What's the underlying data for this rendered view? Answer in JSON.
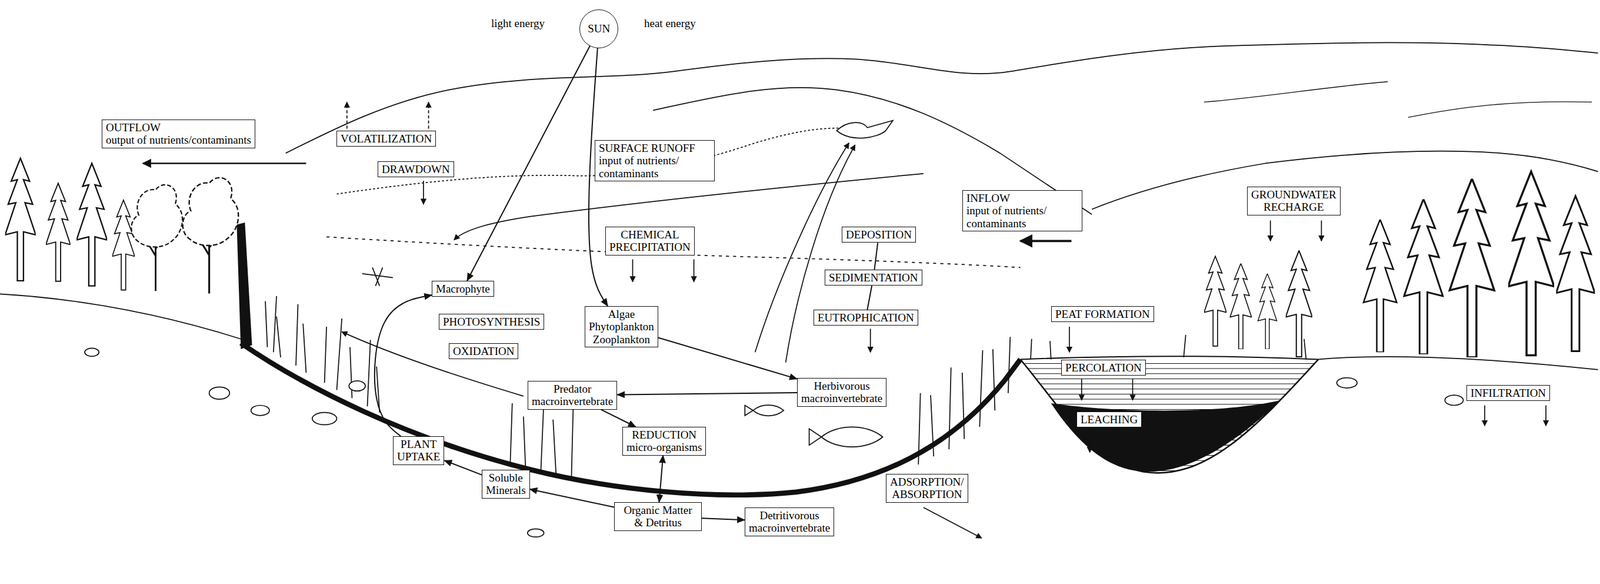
{
  "diagram": {
    "nodes": [
      {
        "text": [
          "SUN"
        ]
      },
      {
        "text": [
          "OUTFLOW",
          "output of nutrients/contaminants"
        ]
      },
      {
        "text": [
          "VOLATILIZATION"
        ]
      },
      {
        "text": [
          "DRAWDOWN"
        ]
      },
      {
        "text": [
          "SURFACE RUNOFF",
          "input of nutrients/ contaminants"
        ]
      },
      {
        "text": [
          "CHEMICAL PRECIPITATION"
        ]
      },
      {
        "text": [
          "DEPOSITION"
        ]
      },
      {
        "text": [
          "INFLOW",
          "input of nutrients/ contaminants"
        ]
      },
      {
        "text": [
          "GROUNDWATER RECHARGE"
        ]
      },
      {
        "text": [
          "SEDIMENTATION"
        ]
      },
      {
        "text": [
          "EUTROPHICATION"
        ]
      },
      {
        "text": [
          "Macrophyte"
        ]
      },
      {
        "text": [
          "PHOTOSYNTHESIS"
        ]
      },
      {
        "text": [
          "Algae Phytoplankton Zooplankton"
        ]
      },
      {
        "text": [
          "OXIDATION"
        ]
      },
      {
        "text": [
          "PEAT FORMATION"
        ]
      },
      {
        "text": [
          "PERCOLATION"
        ]
      },
      {
        "text": [
          "Predator macroinvertebrate"
        ]
      },
      {
        "text": [
          "Herbivorous macroinvertebrate"
        ]
      },
      {
        "text": [
          "INFILTRATION"
        ]
      },
      {
        "text": [
          "LEACHING"
        ]
      },
      {
        "text": [
          "REDUCTION",
          "micro-organisms"
        ]
      },
      {
        "text": [
          "PLANT UPTAKE"
        ]
      },
      {
        "text": [
          "ADSORPTION/ ABSORPTION"
        ]
      },
      {
        "text": [
          "Soluble Minerals"
        ]
      },
      {
        "text": [
          "Organic Matter & Detritus"
        ]
      },
      {
        "text": [
          "Detritivorous macroinvertebrate"
        ]
      }
    ],
    "edges": [
      {
        "from": 0,
        "to": 11,
        "arrow": "to"
      },
      {
        "from": 0,
        "to": 13,
        "arrow": "to"
      },
      {
        "from": 13,
        "to": 18,
        "arrow": "to"
      },
      {
        "from": 18,
        "to": 17,
        "arrow": "to"
      },
      {
        "from": 17,
        "to": 21,
        "arrow": "to"
      },
      {
        "from": 21,
        "to": 25,
        "arrow": "both"
      },
      {
        "from": 25,
        "to": 26,
        "arrow": "to"
      },
      {
        "from": 25,
        "to": 24,
        "arrow": "to"
      },
      {
        "from": 24,
        "to": 22,
        "arrow": "to"
      },
      {
        "from": 22,
        "to": 11,
        "arrow": "to"
      },
      {
        "from": 6,
        "to": 9,
        "arrow": "none"
      },
      {
        "from": 9,
        "to": 10,
        "arrow": "none"
      }
    ],
    "labels": [
      "light energy",
      "heat energy"
    ]
  }
}
